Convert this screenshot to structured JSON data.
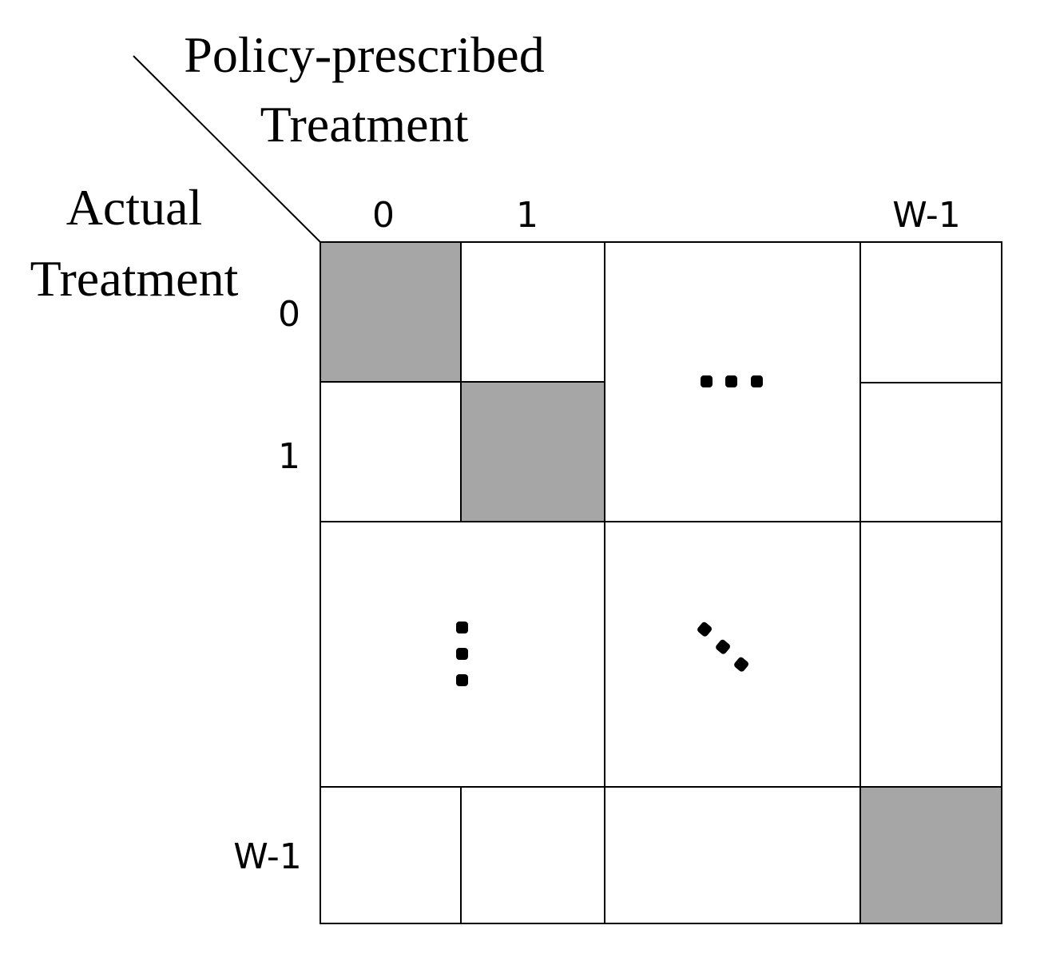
{
  "header": {
    "column_axis_label_line1": "Policy-prescribed",
    "column_axis_label_line2": "Treatment",
    "row_axis_label_line1": "Actual",
    "row_axis_label_line2": "Treatment"
  },
  "columns": {
    "first": "0",
    "second": "1",
    "last": "W-1"
  },
  "rows": {
    "first": "0",
    "second": "1",
    "last": "W-1"
  },
  "colors": {
    "diagonal_fill": "#a6a6a6",
    "cell_fill": "#ffffff",
    "border": "#000000"
  }
}
